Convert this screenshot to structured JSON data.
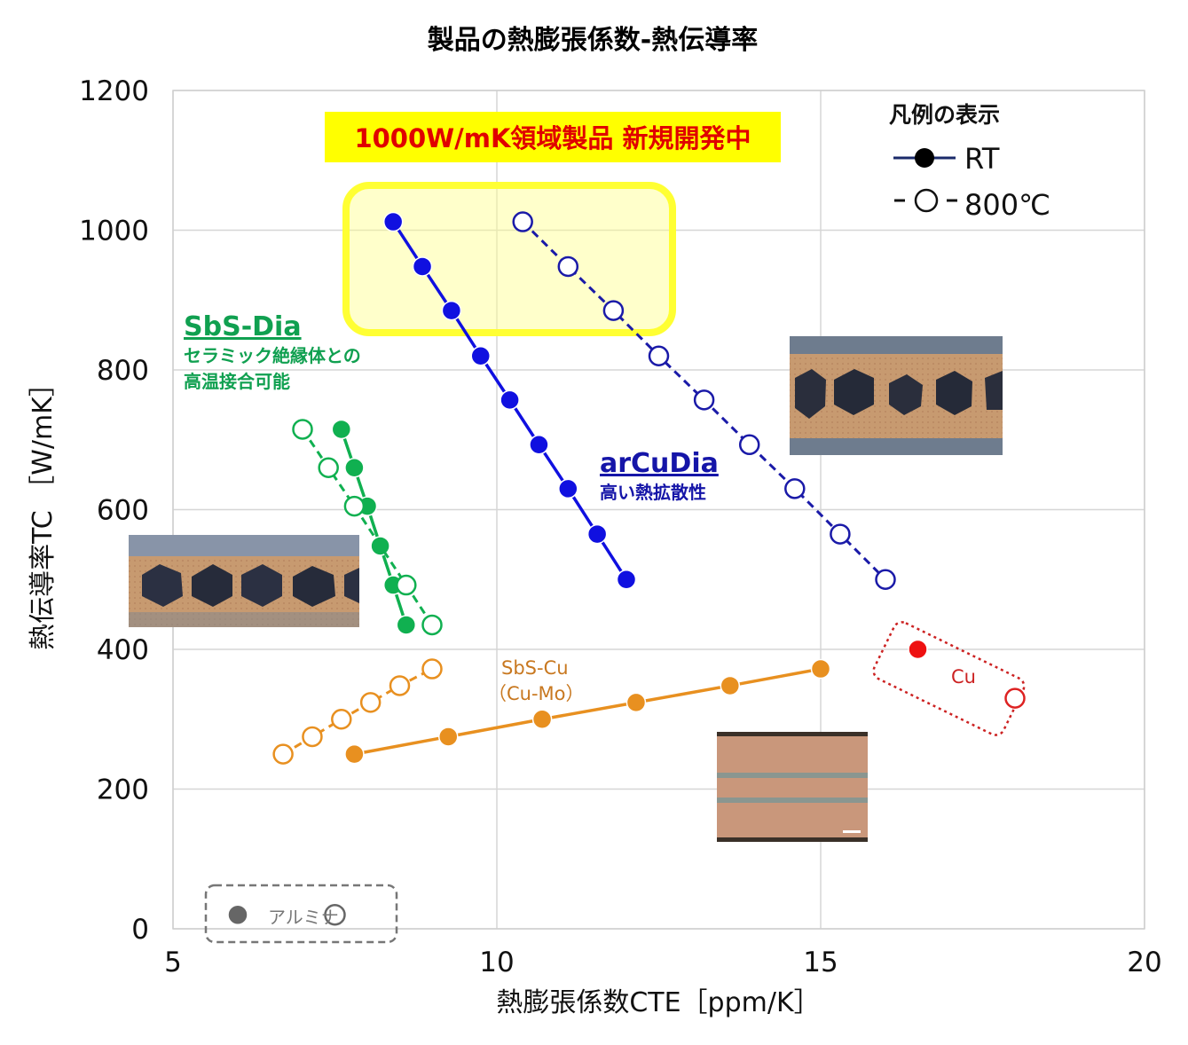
{
  "chart_data": {
    "type": "scatter",
    "title": "製品の熱膨張係数-熱伝導率",
    "xlabel": "熱膨張係数CTE［ppm/K］",
    "ylabel": "熱伝導率TC ［W/mK］",
    "xlim": [
      5,
      20
    ],
    "ylim": [
      0,
      1200
    ],
    "xticks": [
      "5",
      "10",
      "15",
      "20"
    ],
    "yticks": [
      "0",
      "200",
      "400",
      "600",
      "800",
      "1000",
      "1200"
    ],
    "grid": true,
    "legend": {
      "title": "凡例の表示",
      "placement": "top-right",
      "entries": [
        {
          "label": "RT",
          "marker": "filled"
        },
        {
          "label": "800℃",
          "marker": "open"
        }
      ]
    },
    "series": [
      {
        "name": "arCuDia RT",
        "group": "arCuDia",
        "temp": "RT",
        "color": "#1010e0",
        "x": [
          8.4,
          8.85,
          9.3,
          9.75,
          10.2,
          10.65,
          11.1,
          11.55,
          12.0
        ],
        "y": [
          1012,
          948,
          885,
          820,
          757,
          693,
          630,
          565,
          500
        ]
      },
      {
        "name": "arCuDia 800℃",
        "group": "arCuDia",
        "temp": "800℃",
        "color": "#1a1aa8",
        "x": [
          10.4,
          11.1,
          11.8,
          12.5,
          13.2,
          13.9,
          14.6,
          15.3,
          16.0
        ],
        "y": [
          1012,
          948,
          885,
          820,
          757,
          693,
          630,
          565,
          500
        ]
      },
      {
        "name": "SbS-Dia RT",
        "group": "SbS-Dia",
        "temp": "RT",
        "color": "#10b050",
        "x": [
          7.6,
          7.8,
          8.0,
          8.2,
          8.4,
          8.6
        ],
        "y": [
          715,
          660,
          605,
          548,
          492,
          435
        ]
      },
      {
        "name": "SbS-Dia 800℃",
        "group": "SbS-Dia",
        "temp": "800℃",
        "color": "#10b050",
        "x": [
          7.0,
          7.4,
          7.8,
          8.6,
          9.0
        ],
        "y": [
          715,
          660,
          605,
          492,
          435
        ]
      },
      {
        "name": "SbS-Cu RT",
        "group": "SbS-Cu (Cu-Mo)",
        "temp": "RT",
        "color": "#e89020",
        "x": [
          7.8,
          9.25,
          10.7,
          12.15,
          13.6,
          15.0
        ],
        "y": [
          250,
          275,
          300,
          324,
          348,
          372
        ]
      },
      {
        "name": "SbS-Cu 800℃",
        "group": "SbS-Cu (Cu-Mo)",
        "temp": "800℃",
        "color": "#e89020",
        "x": [
          6.7,
          7.15,
          7.6,
          8.05,
          8.5,
          9.0
        ],
        "y": [
          250,
          275,
          300,
          324,
          348,
          372
        ]
      },
      {
        "name": "Cu RT",
        "group": "Cu",
        "temp": "RT",
        "color": "#ee1111",
        "x": [
          16.5
        ],
        "y": [
          400
        ]
      },
      {
        "name": "Cu 800℃",
        "group": "Cu",
        "temp": "800℃",
        "color": "#dd2222",
        "x": [
          18.0
        ],
        "y": [
          330
        ]
      },
      {
        "name": "アルミナ RT",
        "group": "アルミナ",
        "temp": "RT",
        "color": "#666666",
        "x": [
          6.0
        ],
        "y": [
          20
        ]
      },
      {
        "name": "アルミナ 800℃",
        "group": "アルミナ",
        "temp": "800℃",
        "color": "#666666",
        "x": [
          7.5
        ],
        "y": [
          20
        ]
      }
    ],
    "annotations": {
      "banner": "1000W/mK領域製品  新規開発中",
      "sbsdia_name": "SbS-Dia",
      "sbsdia_line1": "セラミック絶縁体との",
      "sbsdia_line2": "高温接合可能",
      "arcudia_name": "arCuDia",
      "arcudia_desc": "高い熱拡散性",
      "sbscu_line1": "SbS-Cu",
      "sbscu_line2": "（Cu-Mo）",
      "cu_label": "Cu",
      "alumina_label": "アルミナ"
    }
  },
  "colors": {
    "banner_bg": "#ffff00",
    "banner_text": "#e00000",
    "highlight_box": "#ffff33",
    "sbsdia_text": "#10a050",
    "arcudia_text": "#1515a8",
    "sbscu_text": "#c87820",
    "cu_text": "#cc2222",
    "alumina_text": "#777777"
  },
  "images": {
    "arcudia_micrograph": "cross-section micrograph (arCuDia)",
    "sbsdia_micrograph": "cross-section micrograph (SbS-Dia)",
    "sbscu_micrograph": "cross-section micrograph (SbS-Cu)"
  }
}
